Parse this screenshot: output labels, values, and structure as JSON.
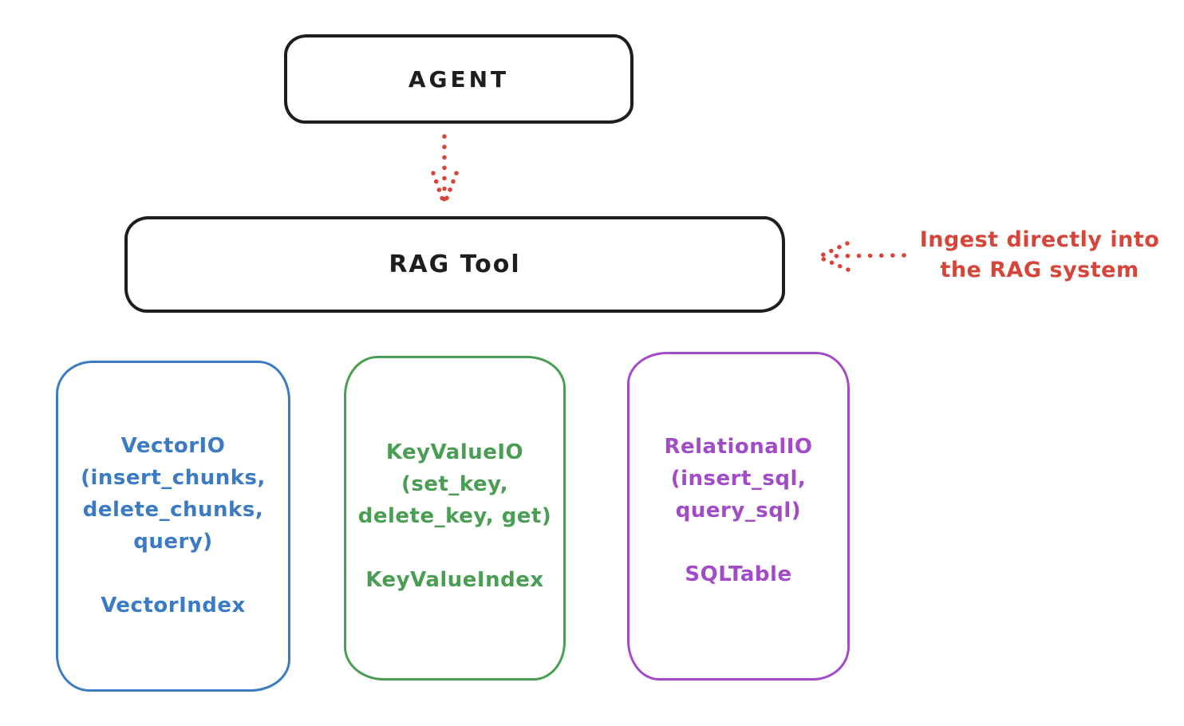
{
  "colors": {
    "stroke": "#1e1e1e",
    "red": "#d6453a",
    "blue": "#3b7bc4",
    "green": "#4a9e53",
    "purple": "#a24bc8"
  },
  "agent": {
    "label": "AGENT"
  },
  "rag_tool": {
    "label": "RAG Tool"
  },
  "annotation": {
    "lines": [
      "Ingest directly into",
      "the RAG system"
    ]
  },
  "backends": [
    {
      "id": "vector-io",
      "color": "#3b7bc4",
      "api_lines": [
        "VectorIO",
        "(insert_chunks,",
        "delete_chunks,",
        "query)"
      ],
      "index_label": "VectorIndex"
    },
    {
      "id": "keyvalue-io",
      "color": "#4a9e53",
      "api_lines": [
        "KeyValueIO",
        "(set_key,",
        "delete_key, get)"
      ],
      "index_label": "KeyValueIndex"
    },
    {
      "id": "relational-io",
      "color": "#a24bc8",
      "api_lines": [
        "RelationalIO",
        "(insert_sql,",
        "query_sql)"
      ],
      "index_label": "SQLTable"
    }
  ]
}
